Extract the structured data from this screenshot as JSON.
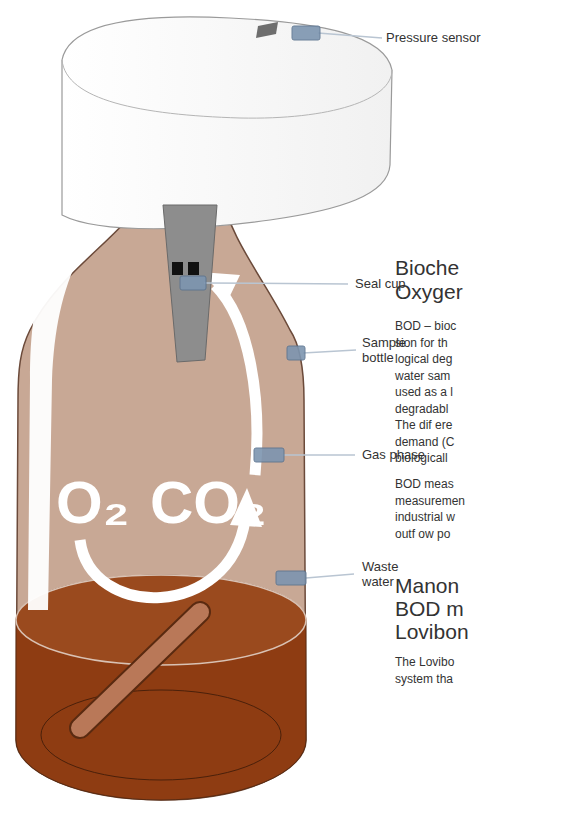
{
  "diagram": {
    "labels": [
      "Pressure sensor",
      "Seal cup",
      "Sample bottle",
      "Gas phase",
      "Waste water",
      "O₂",
      "CO₂",
      "Bioche",
      "Oxyger",
      "BOD – bioc",
      "sion for th",
      "logical deg",
      "water sam",
      "used as a l",
      "degradabl",
      "The dif ere",
      "demand (C",
      "biologicall",
      "BOD meas",
      "measuremen",
      "industrial w",
      "outf ow po",
      "Manon",
      "BOD m",
      "Lovibon",
      "The Lovibo",
      "system tha"
    ]
  }
}
